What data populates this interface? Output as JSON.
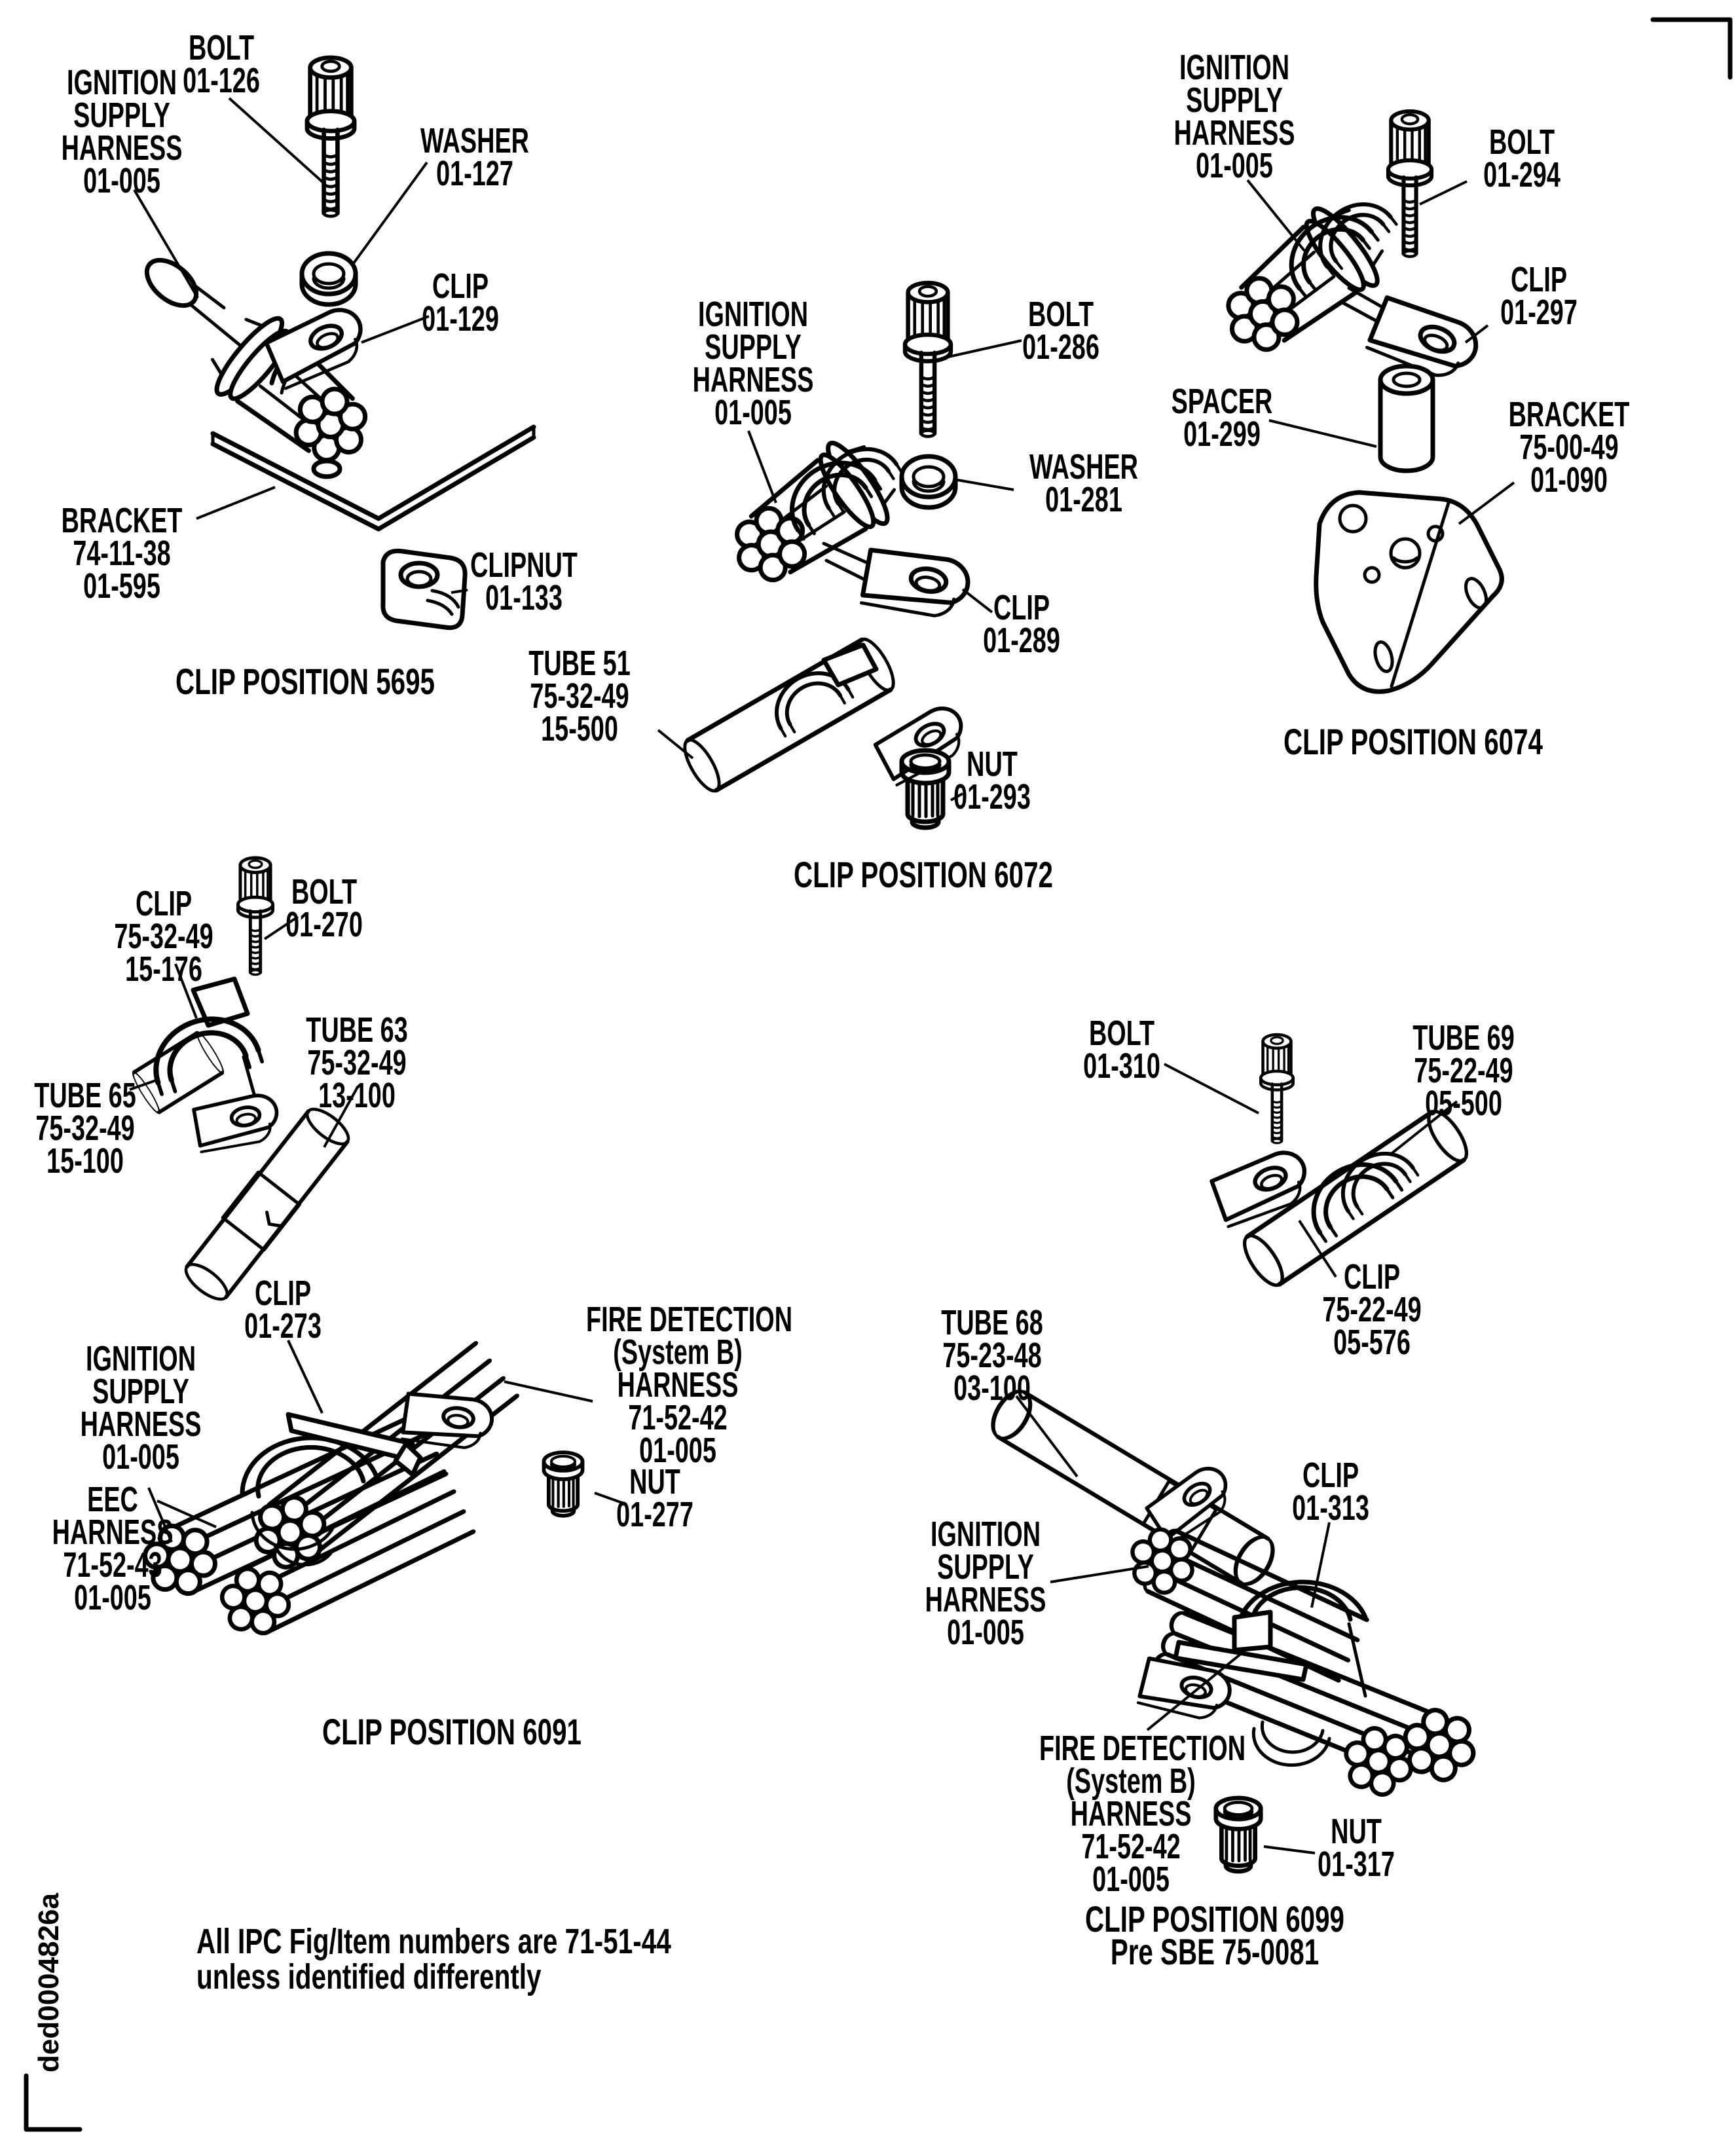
{
  "page": {
    "background": "#ffffff",
    "ink": "#000000"
  },
  "figure_code": "ded0004826a",
  "note": {
    "lines": [
      "All IPC Fig/Item numbers are 71-51-44",
      "unless identified differently"
    ]
  },
  "assemblies": [
    {
      "id": "5695",
      "caption_lines": [
        "CLIP POSITION 5695"
      ],
      "labels": [
        {
          "id": "bolt",
          "lines": [
            "BOLT",
            "01-126"
          ]
        },
        {
          "id": "ignition-supply-harness",
          "lines": [
            "IGNITION",
            "SUPPLY",
            "HARNESS",
            "01-005"
          ]
        },
        {
          "id": "washer",
          "lines": [
            "WASHER",
            "01-127"
          ]
        },
        {
          "id": "clip",
          "lines": [
            "CLIP",
            "01-129"
          ]
        },
        {
          "id": "bracket",
          "lines": [
            "BRACKET",
            "74-11-38",
            "01-595"
          ]
        },
        {
          "id": "clipnut",
          "lines": [
            "CLIPNUT",
            "01-133"
          ]
        }
      ]
    },
    {
      "id": "6072",
      "caption_lines": [
        "CLIP POSITION 6072"
      ],
      "labels": [
        {
          "id": "ignition-supply-harness",
          "lines": [
            "IGNITION",
            "SUPPLY",
            "HARNESS",
            "01-005"
          ]
        },
        {
          "id": "bolt",
          "lines": [
            "BOLT",
            "01-286"
          ]
        },
        {
          "id": "washer",
          "lines": [
            "WASHER",
            "01-281"
          ]
        },
        {
          "id": "clip",
          "lines": [
            "CLIP",
            "01-289"
          ]
        },
        {
          "id": "tube-51",
          "lines": [
            "TUBE 51",
            "75-32-49",
            "15-500"
          ]
        },
        {
          "id": "nut",
          "lines": [
            "NUT",
            "01-293"
          ]
        }
      ]
    },
    {
      "id": "6074",
      "caption_lines": [
        "CLIP POSITION 6074"
      ],
      "labels": [
        {
          "id": "ignition-supply-harness",
          "lines": [
            "IGNITION",
            "SUPPLY",
            "HARNESS",
            "01-005"
          ]
        },
        {
          "id": "bolt",
          "lines": [
            "BOLT",
            "01-294"
          ]
        },
        {
          "id": "clip",
          "lines": [
            "CLIP",
            "01-297"
          ]
        },
        {
          "id": "spacer",
          "lines": [
            "SPACER",
            "01-299"
          ]
        },
        {
          "id": "bracket",
          "lines": [
            "BRACKET",
            "75-00-49",
            "01-090"
          ]
        }
      ]
    },
    {
      "id": "6091",
      "caption_lines": [
        "CLIP POSITION 6091"
      ],
      "labels": [
        {
          "id": "clip-upper",
          "lines": [
            "CLIP",
            "75-32-49",
            "15-176"
          ]
        },
        {
          "id": "bolt",
          "lines": [
            "BOLT",
            "01-270"
          ]
        },
        {
          "id": "tube-63",
          "lines": [
            "TUBE 63",
            "75-32-49",
            "13-100"
          ]
        },
        {
          "id": "tube-65",
          "lines": [
            "TUBE 65",
            "75-32-49",
            "15-100"
          ]
        },
        {
          "id": "clip-lower",
          "lines": [
            "CLIP",
            "01-273"
          ]
        },
        {
          "id": "ignition-supply-harness",
          "lines": [
            "IGNITION",
            "SUPPLY",
            "HARNESS",
            "01-005"
          ]
        },
        {
          "id": "fire-detection-harness",
          "lines": [
            "FIRE DETECTION",
            "(System B)",
            "HARNESS",
            "71-52-42",
            "01-005"
          ]
        },
        {
          "id": "eec-harness",
          "lines": [
            "EEC",
            "HARNESS",
            "71-52-43",
            "01-005"
          ]
        },
        {
          "id": "nut",
          "lines": [
            "NUT",
            "01-277"
          ]
        }
      ]
    },
    {
      "id": "6099",
      "caption_lines": [
        "CLIP POSITION 6099",
        "Pre SBE 75-0081"
      ],
      "labels": [
        {
          "id": "bolt",
          "lines": [
            "BOLT",
            "01-310"
          ]
        },
        {
          "id": "tube-69",
          "lines": [
            "TUBE 69",
            "75-22-49",
            "05-500"
          ]
        },
        {
          "id": "tube-68",
          "lines": [
            "TUBE 68",
            "75-23-48",
            "03-100"
          ]
        },
        {
          "id": "clip-upper",
          "lines": [
            "CLIP",
            "75-22-49",
            "05-576"
          ]
        },
        {
          "id": "clip-lower",
          "lines": [
            "CLIP",
            "01-313"
          ]
        },
        {
          "id": "ignition-supply-harness",
          "lines": [
            "IGNITION",
            "SUPPLY",
            "HARNESS",
            "01-005"
          ]
        },
        {
          "id": "fire-detection-harness",
          "lines": [
            "FIRE DETECTION",
            "(System B)",
            "HARNESS",
            "71-52-42",
            "01-005"
          ]
        },
        {
          "id": "nut",
          "lines": [
            "NUT",
            "01-317"
          ]
        }
      ]
    }
  ]
}
